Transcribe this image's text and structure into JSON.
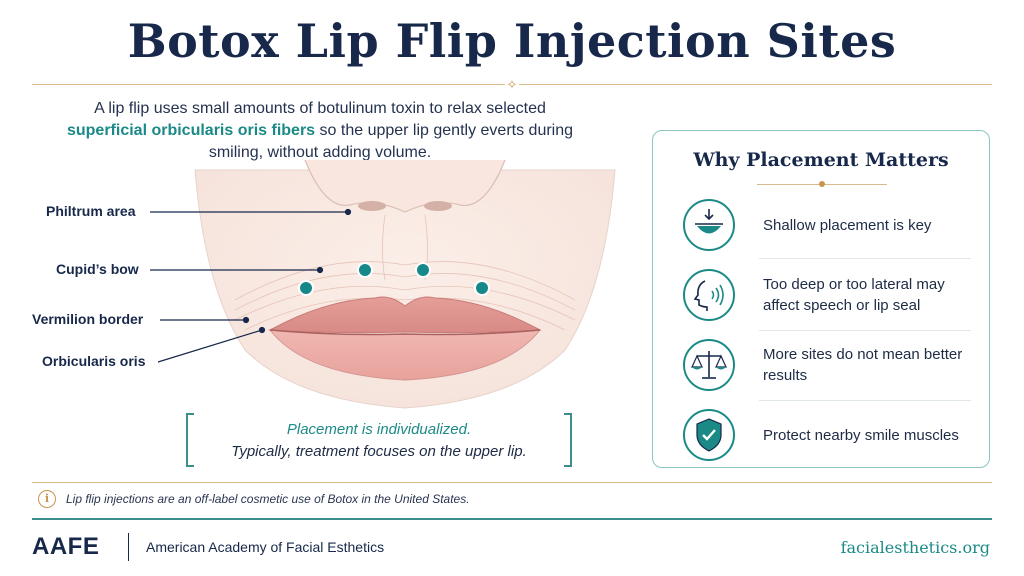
{
  "title": "Botox Lip Flip Injection Sites",
  "intro": {
    "part1": "A lip flip uses small amounts of botulinum toxin to relax selected",
    "highlight": "superficial orbicularis oris fibers",
    "part2": "so the upper lip gently everts during smiling, without adding volume."
  },
  "labels": {
    "philtrum": "Philtrum area",
    "cupids_bow": "Cupid’s bow",
    "vermilion": "Vermilion border",
    "orbicularis": "Orbicularis oris"
  },
  "callout": {
    "line1": "Placement is individualized.",
    "line2": "Typically, treatment focuses on the upper lip."
  },
  "panel": {
    "title": "Why Placement Matters",
    "items": [
      {
        "icon": "shallow-injection-icon",
        "text": "Shallow placement is key"
      },
      {
        "icon": "speech-profile-icon",
        "text": "Too deep or too lateral may affect speech or lip seal"
      },
      {
        "icon": "balance-scale-icon",
        "text": "More sites do not mean better results"
      },
      {
        "icon": "shield-check-icon",
        "text": "Protect nearby smile muscles"
      }
    ]
  },
  "footer": {
    "disclaimer": "Lip flip injections are an off-label cosmetic use of Botox in the United States.",
    "brand": "AAFE",
    "org": "American Academy of Facial Esthetics",
    "url": "facialesthetics.org"
  },
  "colors": {
    "navy": "#17284a",
    "teal": "#1b8a87",
    "gold": "#c8954e",
    "lip": "#eab0aa"
  }
}
